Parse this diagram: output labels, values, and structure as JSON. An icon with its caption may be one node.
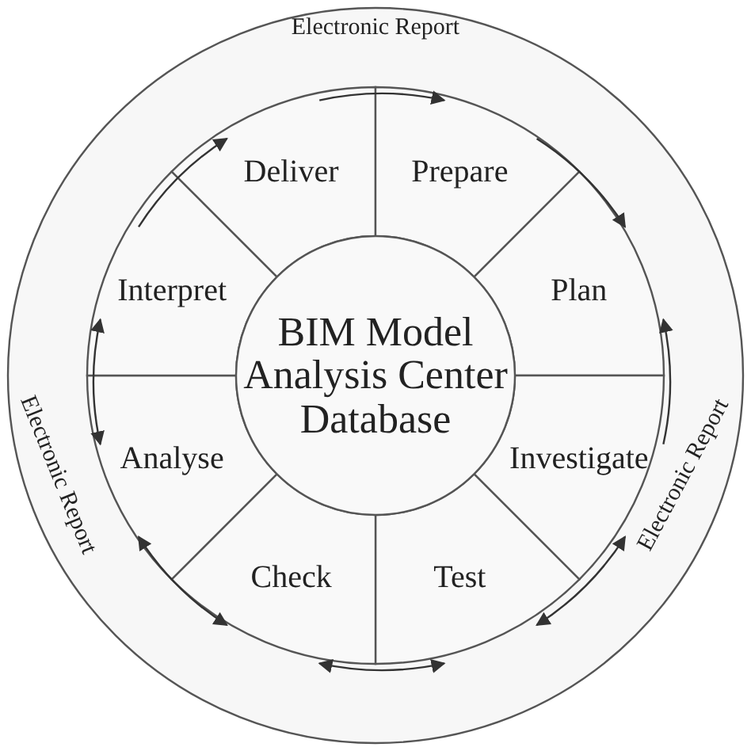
{
  "diagram": {
    "nodes": [
      {
        "text": [
          "Electronic Report",
          "Electronic Report",
          "Electronic Report"
        ]
      },
      {
        "text": [
          "BIM Model Analysis Center Database"
        ],
        "in": 0
      },
      {
        "text": [
          "Deliver"
        ],
        "in": 0
      },
      {
        "text": [
          "Prepare"
        ],
        "in": 0
      },
      {
        "text": [
          "Plan"
        ],
        "in": 0
      },
      {
        "text": [
          "Investigate"
        ],
        "in": 0
      },
      {
        "text": [
          "Test"
        ],
        "in": 0
      },
      {
        "text": [
          "Check"
        ],
        "in": 0
      },
      {
        "text": [
          "Analyse"
        ],
        "in": 0
      },
      {
        "text": [
          "Interpret"
        ],
        "in": 0
      }
    ],
    "edges": [
      {
        "from": 2,
        "to": 3,
        "arrow": "to"
      },
      {
        "from": 3,
        "to": 4,
        "arrow": "to"
      },
      {
        "from": 5,
        "to": 4,
        "arrow": "to"
      },
      {
        "from": 5,
        "to": 6,
        "arrow": "both"
      },
      {
        "from": 6,
        "to": 7,
        "arrow": "both"
      },
      {
        "from": 7,
        "to": 8,
        "arrow": "both"
      },
      {
        "from": 8,
        "to": 9,
        "arrow": "both"
      },
      {
        "from": 9,
        "to": 2,
        "arrow": "to"
      }
    ]
  }
}
